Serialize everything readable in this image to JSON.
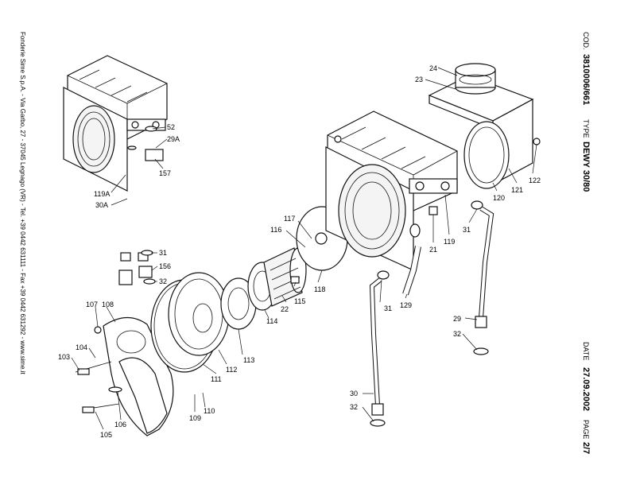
{
  "header": {
    "cod_label": "COD.",
    "cod_value": "3810006/661",
    "type_label": "TYPE",
    "type_value": "DEWY 30/80",
    "date_label": "DATE",
    "date_value": "27.09.2002",
    "page_label": "PAGE",
    "page_value": "2/7"
  },
  "footer": {
    "company": "Fonderie Sime S.p.A. - Via Garbo, 27 - 37045 Legnago (VR) - Tel. +39 0442 631111 - Fax +39 0442 631292 - www.sime.it"
  },
  "part_labels": [
    "24",
    "23",
    "52",
    "29A",
    "157",
    "119A",
    "30A",
    "31",
    "156",
    "32",
    "117",
    "116",
    "22",
    "115",
    "118",
    "21",
    "119",
    "120",
    "121",
    "122",
    "31",
    "129",
    "29",
    "31",
    "32",
    "30",
    "32",
    "107",
    "108",
    "104",
    "103",
    "105",
    "106",
    "109",
    "110",
    "111",
    "112",
    "113",
    "114"
  ]
}
